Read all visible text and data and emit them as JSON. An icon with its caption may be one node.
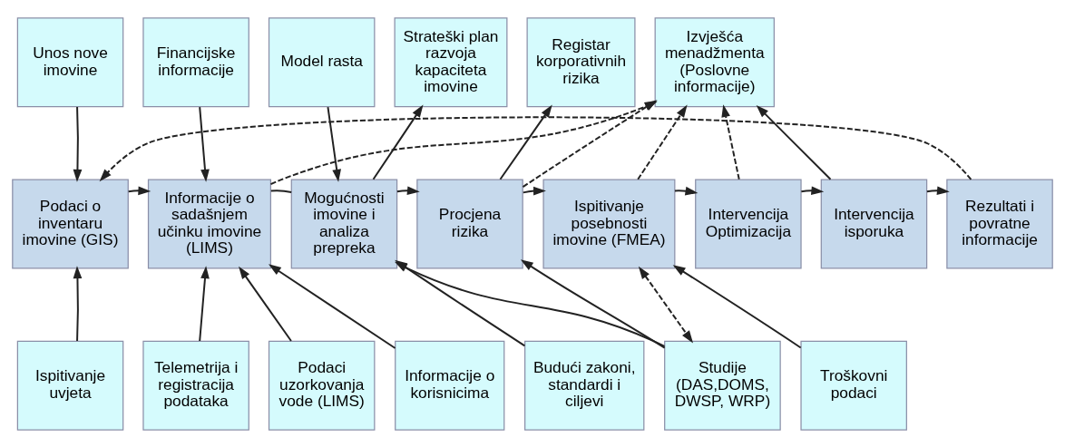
{
  "diagram": {
    "nodes": [
      {
        "text": [
          "Unos nove imovine"
        ]
      },
      {
        "text": [
          "Financijske informacije"
        ]
      },
      {
        "text": [
          "Model rasta"
        ]
      },
      {
        "text": [
          "Strateški plan razvoja kapaciteta imovine"
        ]
      },
      {
        "text": [
          "Registar korporativnih rizika"
        ]
      },
      {
        "text": [
          "Izvješća menadžmenta (Poslovne informacije)"
        ]
      },
      {
        "text": [
          "Podaci o inventaru imovine (GIS)"
        ]
      },
      {
        "text": [
          "Informacije o sadašnjem učinku imovine (LIMS)"
        ]
      },
      {
        "text": [
          "Mogućnosti imovine i analiza prepreka"
        ]
      },
      {
        "text": [
          "Procjena rizika"
        ]
      },
      {
        "text": [
          "Ispitivanje posebnosti imovine (FMEA)"
        ]
      },
      {
        "text": [
          "Intervencija Optimizacija"
        ]
      },
      {
        "text": [
          "Intervencija isporuka"
        ]
      },
      {
        "text": [
          "Rezultati i povratne informacije"
        ]
      },
      {
        "text": [
          "Ispitivanje uvjeta"
        ]
      },
      {
        "text": [
          "Telemetrija i registracija podataka"
        ]
      },
      {
        "text": [
          "Podaci uzorkovanja vode (LIMS)"
        ]
      },
      {
        "text": [
          "Informacije o korisnicima"
        ]
      },
      {
        "text": [
          "Budući zakoni, standardi i ciljevi"
        ]
      },
      {
        "text": [
          "Studije (DAS,DOMS, DWSP, WRP)"
        ]
      },
      {
        "text": [
          "Troškovni podaci"
        ]
      }
    ],
    "edges": [
      {
        "from": 0,
        "to": 6,
        "arrow": "to"
      },
      {
        "from": 1,
        "to": 7,
        "arrow": "to"
      },
      {
        "from": 2,
        "to": 8,
        "arrow": "to"
      },
      {
        "from": 8,
        "to": 3,
        "arrow": "to"
      },
      {
        "from": 9,
        "to": 4,
        "arrow": "to"
      },
      {
        "from": 6,
        "to": 7,
        "arrow": "to"
      },
      {
        "from": 7,
        "to": 8,
        "arrow": "none"
      },
      {
        "from": 8,
        "to": 9,
        "arrow": "to"
      },
      {
        "from": 9,
        "to": 10,
        "arrow": "to"
      },
      {
        "from": 10,
        "to": 11,
        "arrow": "to"
      },
      {
        "from": 11,
        "to": 12,
        "arrow": "to"
      },
      {
        "from": 12,
        "to": 13,
        "arrow": "to"
      },
      {
        "from": 13,
        "to": 6,
        "arrow": "to",
        "style": "dashed"
      },
      {
        "from": 7,
        "to": 5,
        "arrow": "to",
        "style": "dashed"
      },
      {
        "from": 9,
        "to": 5,
        "arrow": "to",
        "style": "dashed"
      },
      {
        "from": 10,
        "to": 5,
        "arrow": "to",
        "style": "dashed"
      },
      {
        "from": 11,
        "to": 5,
        "arrow": "to",
        "style": "dashed"
      },
      {
        "from": 12,
        "to": 5,
        "arrow": "to"
      },
      {
        "from": 14,
        "to": 6,
        "arrow": "to"
      },
      {
        "from": 15,
        "to": 7,
        "arrow": "to"
      },
      {
        "from": 16,
        "to": 7,
        "arrow": "to"
      },
      {
        "from": 17,
        "to": 7,
        "arrow": "to"
      },
      {
        "from": 18,
        "to": 8,
        "arrow": "to"
      },
      {
        "from": 19,
        "to": 8,
        "arrow": "to"
      },
      {
        "from": 19,
        "to": 9,
        "arrow": "to"
      },
      {
        "from": 20,
        "to": 10,
        "arrow": "to"
      },
      {
        "from": 10,
        "to": 19,
        "arrow": "both",
        "style": "dashed"
      }
    ]
  }
}
